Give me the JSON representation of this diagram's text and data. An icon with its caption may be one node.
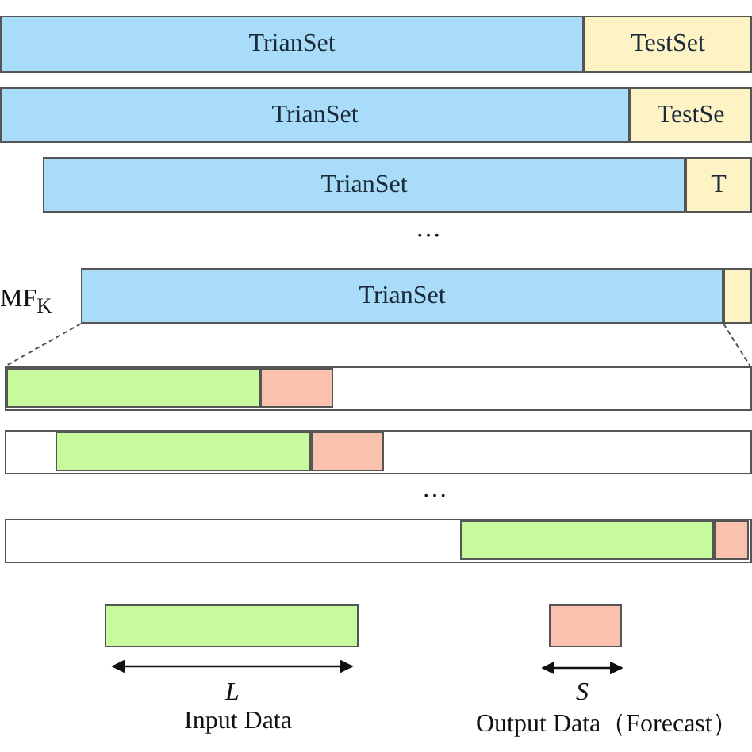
{
  "diagram": {
    "nodes": [
      {
        "text": [
          "TrianSet"
        ]
      },
      {
        "text": [
          "TestSet"
        ]
      },
      {
        "text": [
          "TrianSet"
        ]
      },
      {
        "text": [
          "TestSe"
        ]
      },
      {
        "text": [
          "TrianSet"
        ]
      },
      {
        "text": [
          "T"
        ]
      },
      {
        "text": [
          "TrianSet"
        ]
      },
      {
        "text": [],
        "shape": "bar"
      },
      {
        "text": [],
        "shape": "bar"
      },
      {
        "text": [],
        "shape": "bar",
        "in": 8
      },
      {
        "text": [],
        "shape": "bar",
        "in": 8
      },
      {
        "text": [],
        "shape": "bar"
      },
      {
        "text": [],
        "shape": "bar",
        "in": 11
      },
      {
        "text": [],
        "shape": "bar",
        "in": 11
      },
      {
        "text": [],
        "shape": "bar"
      },
      {
        "text": [],
        "shape": "bar",
        "in": 14
      },
      {
        "text": [],
        "shape": "bar",
        "in": 14
      }
    ],
    "edges": [
      {
        "from": 6,
        "to": 8,
        "arrow": "none",
        "style": "dashed"
      },
      {
        "from": 6,
        "to": 8,
        "arrow": "none",
        "style": "dashed"
      }
    ],
    "labels": [
      "…",
      "MF$_{K}$",
      "…",
      "L",
      "S"
    ],
    "legend": [
      {
        "text": "Input Data",
        "color": "#c6fa9c"
      },
      {
        "text": "Output Data（Forecast）",
        "color": "#f9c2ae"
      }
    ]
  }
}
